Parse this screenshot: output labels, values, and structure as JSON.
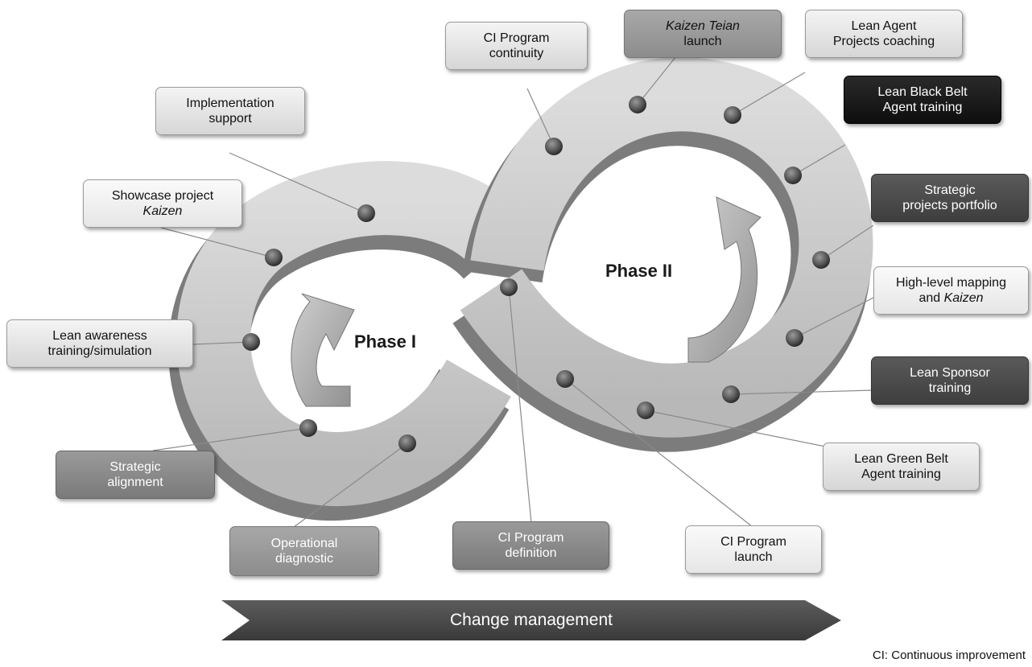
{
  "phases": {
    "phase1": "Phase I",
    "phase2": "Phase II"
  },
  "steps": {
    "implementation_support": [
      "Implementation",
      "support"
    ],
    "showcase_project": [
      "Showcase project",
      "Kaizen"
    ],
    "lean_awareness": [
      "Lean awareness",
      "training/simulation"
    ],
    "strategic_alignment": [
      "Strategic",
      "alignment"
    ],
    "operational_diagnostic": [
      "Operational",
      "diagnostic"
    ],
    "ci_program_definition": [
      "CI Program",
      "definition"
    ],
    "ci_program_launch": [
      "CI Program",
      "launch"
    ],
    "ci_program_continuity": [
      "CI Program",
      "continuity"
    ],
    "kaizen_teian_launch": [
      "Kaizen Teian",
      "launch"
    ],
    "lean_agent_coaching": [
      "Lean Agent",
      "Projects coaching"
    ],
    "lean_black_belt": [
      "Lean Black Belt",
      "Agent training"
    ],
    "strategic_portfolio": [
      "Strategic",
      "projects portfolio"
    ],
    "high_level_mapping": [
      "High-level mapping",
      "and ",
      "Kaizen"
    ],
    "lean_sponsor": [
      "Lean Sponsor",
      "training"
    ],
    "lean_green_belt": [
      "Lean Green Belt",
      "Agent training"
    ]
  },
  "banner": "Change management",
  "footnote": "CI: Continuous improvement",
  "colors": {
    "band_light": "#cfcfcf",
    "band_dark": "#8e8e8e",
    "banner": "#4a4a4a"
  }
}
